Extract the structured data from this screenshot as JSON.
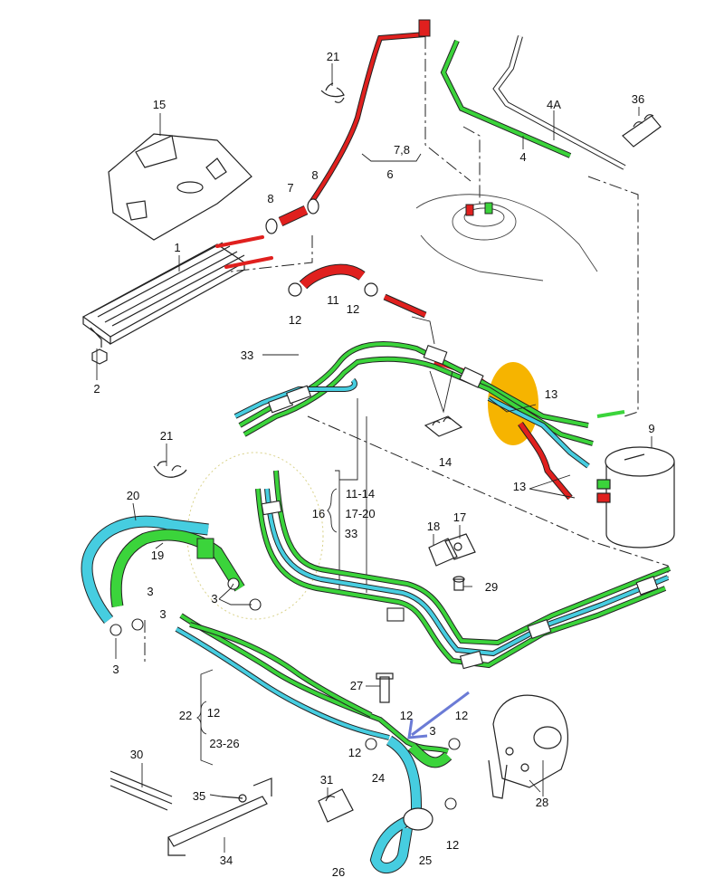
{
  "callouts": {
    "c1": "1",
    "c2": "2",
    "c3a": "3",
    "c3b": "3",
    "c3c": "3",
    "c3d": "3",
    "c3e": "3",
    "c4": "4",
    "c4a": "4A",
    "c6": "6",
    "c78": "7,8",
    "c7": "7",
    "c8a": "8",
    "c8b": "8",
    "c9": "9",
    "c11": "11",
    "c11_14": "11-14",
    "c12a": "12",
    "c12b": "12",
    "c12c": "12",
    "c12d": "12",
    "c12e": "12",
    "c12f": "12",
    "c12g": "12",
    "c13a": "13",
    "c13b": "13",
    "c14": "14",
    "c15": "15",
    "c16": "16",
    "c17": "17",
    "c17_20": "17-20",
    "c18": "18",
    "c19": "19",
    "c20": "20",
    "c21a": "21",
    "c21b": "21",
    "c22": "22",
    "c23_26": "23-26",
    "c24": "24",
    "c25": "25",
    "c26": "26",
    "c27": "27",
    "c28": "28",
    "c29": "29",
    "c30": "30",
    "c31": "31",
    "c33a": "33",
    "c33b": "33",
    "c34": "34",
    "c35": "35",
    "c36": "36"
  },
  "colors": {
    "red": "#e0201e",
    "green": "#3bd43b",
    "cyan": "#46cde0",
    "highlight": "#f6b400",
    "arrow": "#6b7bd6",
    "outline": "#222222"
  }
}
